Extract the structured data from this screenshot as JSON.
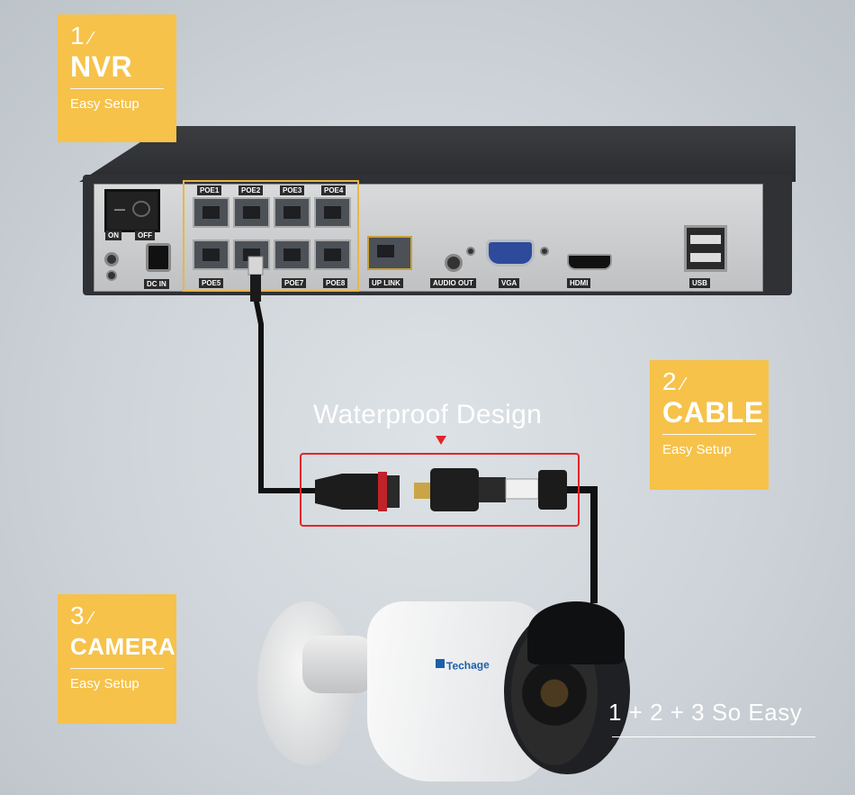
{
  "steps": {
    "nvr": {
      "num": "1",
      "title": "NVR",
      "sub": "Easy Setup"
    },
    "cable": {
      "num": "2",
      "title": "CABLE",
      "sub": "Easy Setup"
    },
    "camera": {
      "num": "3",
      "title": "CAMERA",
      "sub": "Easy Setup"
    }
  },
  "nvr": {
    "switch_on": "ON",
    "switch_off": "OFF",
    "dc_in": "DC IN",
    "poe_top": [
      "POE1",
      "POE2",
      "POE3",
      "POE4"
    ],
    "poe_bottom": [
      "POE5",
      "",
      "POE7",
      "POE8"
    ],
    "uplink": "UP LINK",
    "audio_out": "AUDIO OUT",
    "vga": "VGA",
    "hdmi": "HDMI",
    "usb": "USB"
  },
  "cable": {
    "heading": "Waterproof Design"
  },
  "camera": {
    "brand": "Techage"
  },
  "footer": {
    "tagline": "1 + 2 + 3  So Easy"
  },
  "colors": {
    "badge": "#f6c24a",
    "highlight": "#e3242b",
    "port_outline": "#e8b54b"
  }
}
